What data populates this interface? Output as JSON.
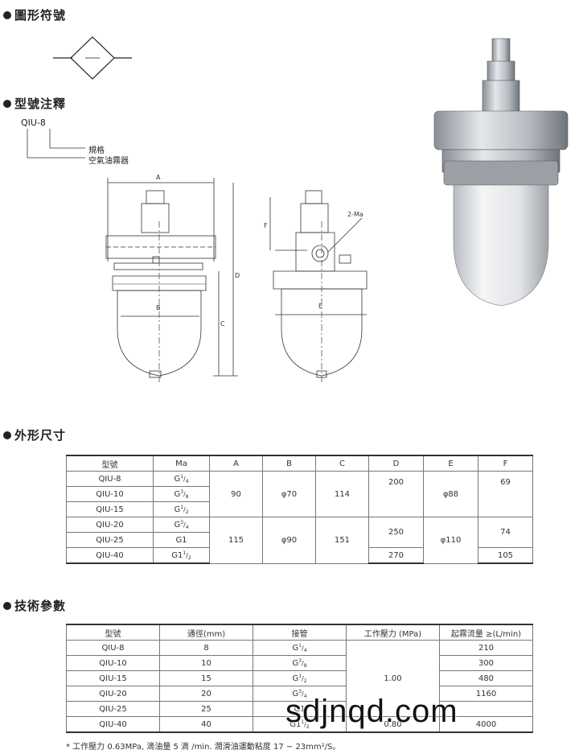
{
  "sections": {
    "symbol": "圖形符號",
    "model_note": "型號注釋",
    "dimensions": "外形尺寸",
    "specs": "技術參數"
  },
  "model_note": {
    "code": "QIU-8",
    "spec_label": "規格",
    "name_label": "空氣油霧器"
  },
  "drawing_labels": {
    "a": "A",
    "b": "B",
    "c": "C",
    "d": "D",
    "e": "E",
    "f": "F",
    "ma": "2-Ma"
  },
  "dim_table": {
    "headers": [
      "型號",
      "Ma",
      "A",
      "B",
      "C",
      "D",
      "E",
      "F"
    ],
    "models": [
      "QIU-8",
      "QIU-10",
      "QIU-15",
      "QIU-20",
      "QIU-25",
      "QIU-40"
    ],
    "ma": [
      {
        "base": "G",
        "num": "1",
        "den": "4"
      },
      {
        "base": "G",
        "num": "3",
        "den": "8"
      },
      {
        "base": "G",
        "num": "1",
        "den": "2"
      },
      {
        "base": "G",
        "num": "3",
        "den": "4"
      },
      {
        "base": "G1",
        "num": "",
        "den": ""
      },
      {
        "base": "G1",
        "num": "1",
        "den": "2"
      }
    ],
    "a_group1": "90",
    "a_group2": "115",
    "b_group1": "φ70",
    "b_group2": "φ90",
    "c_group1": "114",
    "c_group2": "151",
    "d_group1": "200",
    "d_group2": "250",
    "d_last": "270",
    "e_group1": "φ88",
    "e_group2": "φ110",
    "f_group1": "69",
    "f_group2": "74",
    "f_last": "105"
  },
  "spec_table": {
    "headers": [
      "型號",
      "通徑(mm)",
      "接管",
      "工作壓力 (MPa)",
      "起霧流量 ≥(L/min)"
    ],
    "models": [
      "QIU-8",
      "QIU-10",
      "QIU-15",
      "QIU-20",
      "QIU-25",
      "QIU-40"
    ],
    "bore": [
      "8",
      "10",
      "15",
      "20",
      "25",
      "40"
    ],
    "pipe": [
      {
        "base": "G",
        "num": "1",
        "den": "4"
      },
      {
        "base": "G",
        "num": "3",
        "den": "8"
      },
      {
        "base": "G",
        "num": "1",
        "den": "2"
      },
      {
        "base": "G",
        "num": "3",
        "den": "4"
      },
      {
        "base": "G1",
        "num": "",
        "den": ""
      },
      {
        "base": "G1",
        "num": "1",
        "den": "2"
      }
    ],
    "pressure": "1.00",
    "pressure_last": "0.80",
    "flow": [
      "210",
      "300",
      "480",
      "1160",
      "",
      "4000"
    ]
  },
  "footnote": "* 工作壓力 0.63MPa, 滴油量 5 滴 /min. 潤滑油運動粘度 17 ~ 23mm²/S。",
  "watermark": "sdjnqd.com"
}
